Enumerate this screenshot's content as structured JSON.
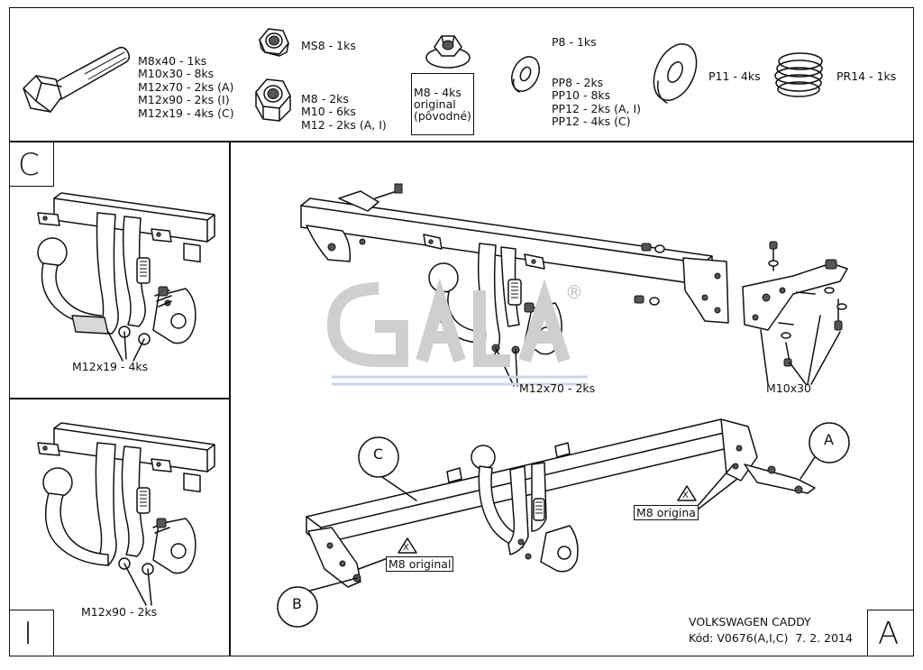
{
  "parts": {
    "bolt_labels": [
      "M8x40 - 1ks",
      "M10x30 - 8ks",
      "M12x70 - 2ks (A)",
      "M12x90 - 2ks (I)",
      "M12x19 - 4ks (C)"
    ],
    "ms8_label": "MS8 - 1ks",
    "nut_labels": [
      "M8 - 2ks",
      "M10 - 6ks",
      "M12 - 2ks (A, I)"
    ],
    "flange_nut_labels": [
      "M8 - 4ks",
      "original",
      "(pôvodné)"
    ],
    "p8_label": "P8 - 1ks",
    "pp_labels": [
      "PP8 - 2ks",
      "PP10 - 8ks",
      "PP12 - 2ks (A, I)",
      "PP12 - 4ks (C)"
    ],
    "p11_label": "P11 - 4ks",
    "pr14_label": "PR14 - 1ks"
  },
  "panels": {
    "c": {
      "letter": "C",
      "bolt_label": "M12x19 - 4ks"
    },
    "i": {
      "letter": "I",
      "bolt_label": "M12x90 - 2ks"
    },
    "a": {
      "letter": "A"
    }
  },
  "main": {
    "bolt_m12x70_label": "M12x70 - 2ks",
    "bolt_m10x30_label": "M10x30",
    "callout_c": "C",
    "callout_a": "A",
    "callout_b": "B",
    "warning_symbol": "X",
    "m8_original_left": "M8 original",
    "m8_original_right": "M8 origina",
    "logo_mark": "®"
  },
  "footer": {
    "vehicle": "VOLKSWAGEN CADDY",
    "code": "Kód: V0676(A,I,C)  7. 2. 2014"
  }
}
